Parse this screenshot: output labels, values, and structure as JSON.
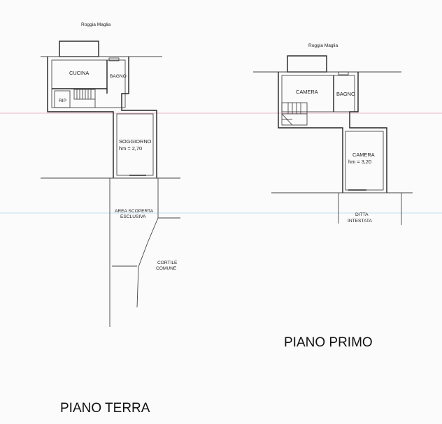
{
  "ground_floor": {
    "title": "PIANO TERRA",
    "canal_label": "Roggia Maglia",
    "rooms": {
      "kitchen": "CUCINA",
      "bathroom": "BAGNO",
      "storage": "RIP",
      "living": "SOGGIORNO",
      "living_height": "hm = 2,70"
    },
    "outdoor": {
      "exclusive_area_line1": "AREA SCOPERTA",
      "exclusive_area_line2": "ESCLUSIVA",
      "courtyard_line1": "CORTILE",
      "courtyard_line2": "COMUNE"
    }
  },
  "first_floor": {
    "title": "PIANO PRIMO",
    "canal_label": "Roggia Maglia",
    "rooms": {
      "bedroom1": "CAMERA",
      "bathroom": "BAGNO",
      "bedroom2": "CAMERA",
      "bedroom2_height": "hm = 3,20"
    },
    "neighbor_line1": "DITTA",
    "neighbor_line2": "INTESTATA"
  }
}
